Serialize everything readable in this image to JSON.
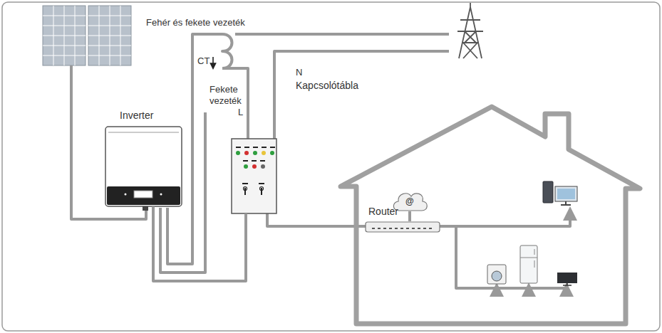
{
  "diagram": {
    "nodes": [
      {
        "text": [
          "Inverter"
        ]
      },
      {
        "text": [
          "Kapcsolótábla"
        ]
      },
      {
        "text": [
          "Router"
        ]
      }
    ],
    "edges": [
      {
        "from": 0,
        "to": 1,
        "arrow": "none"
      }
    ],
    "labels": [
      "Fehér és fekete vezeték",
      "CT",
      "Fekete vezeték",
      "L",
      "N",
      "@"
    ]
  }
}
